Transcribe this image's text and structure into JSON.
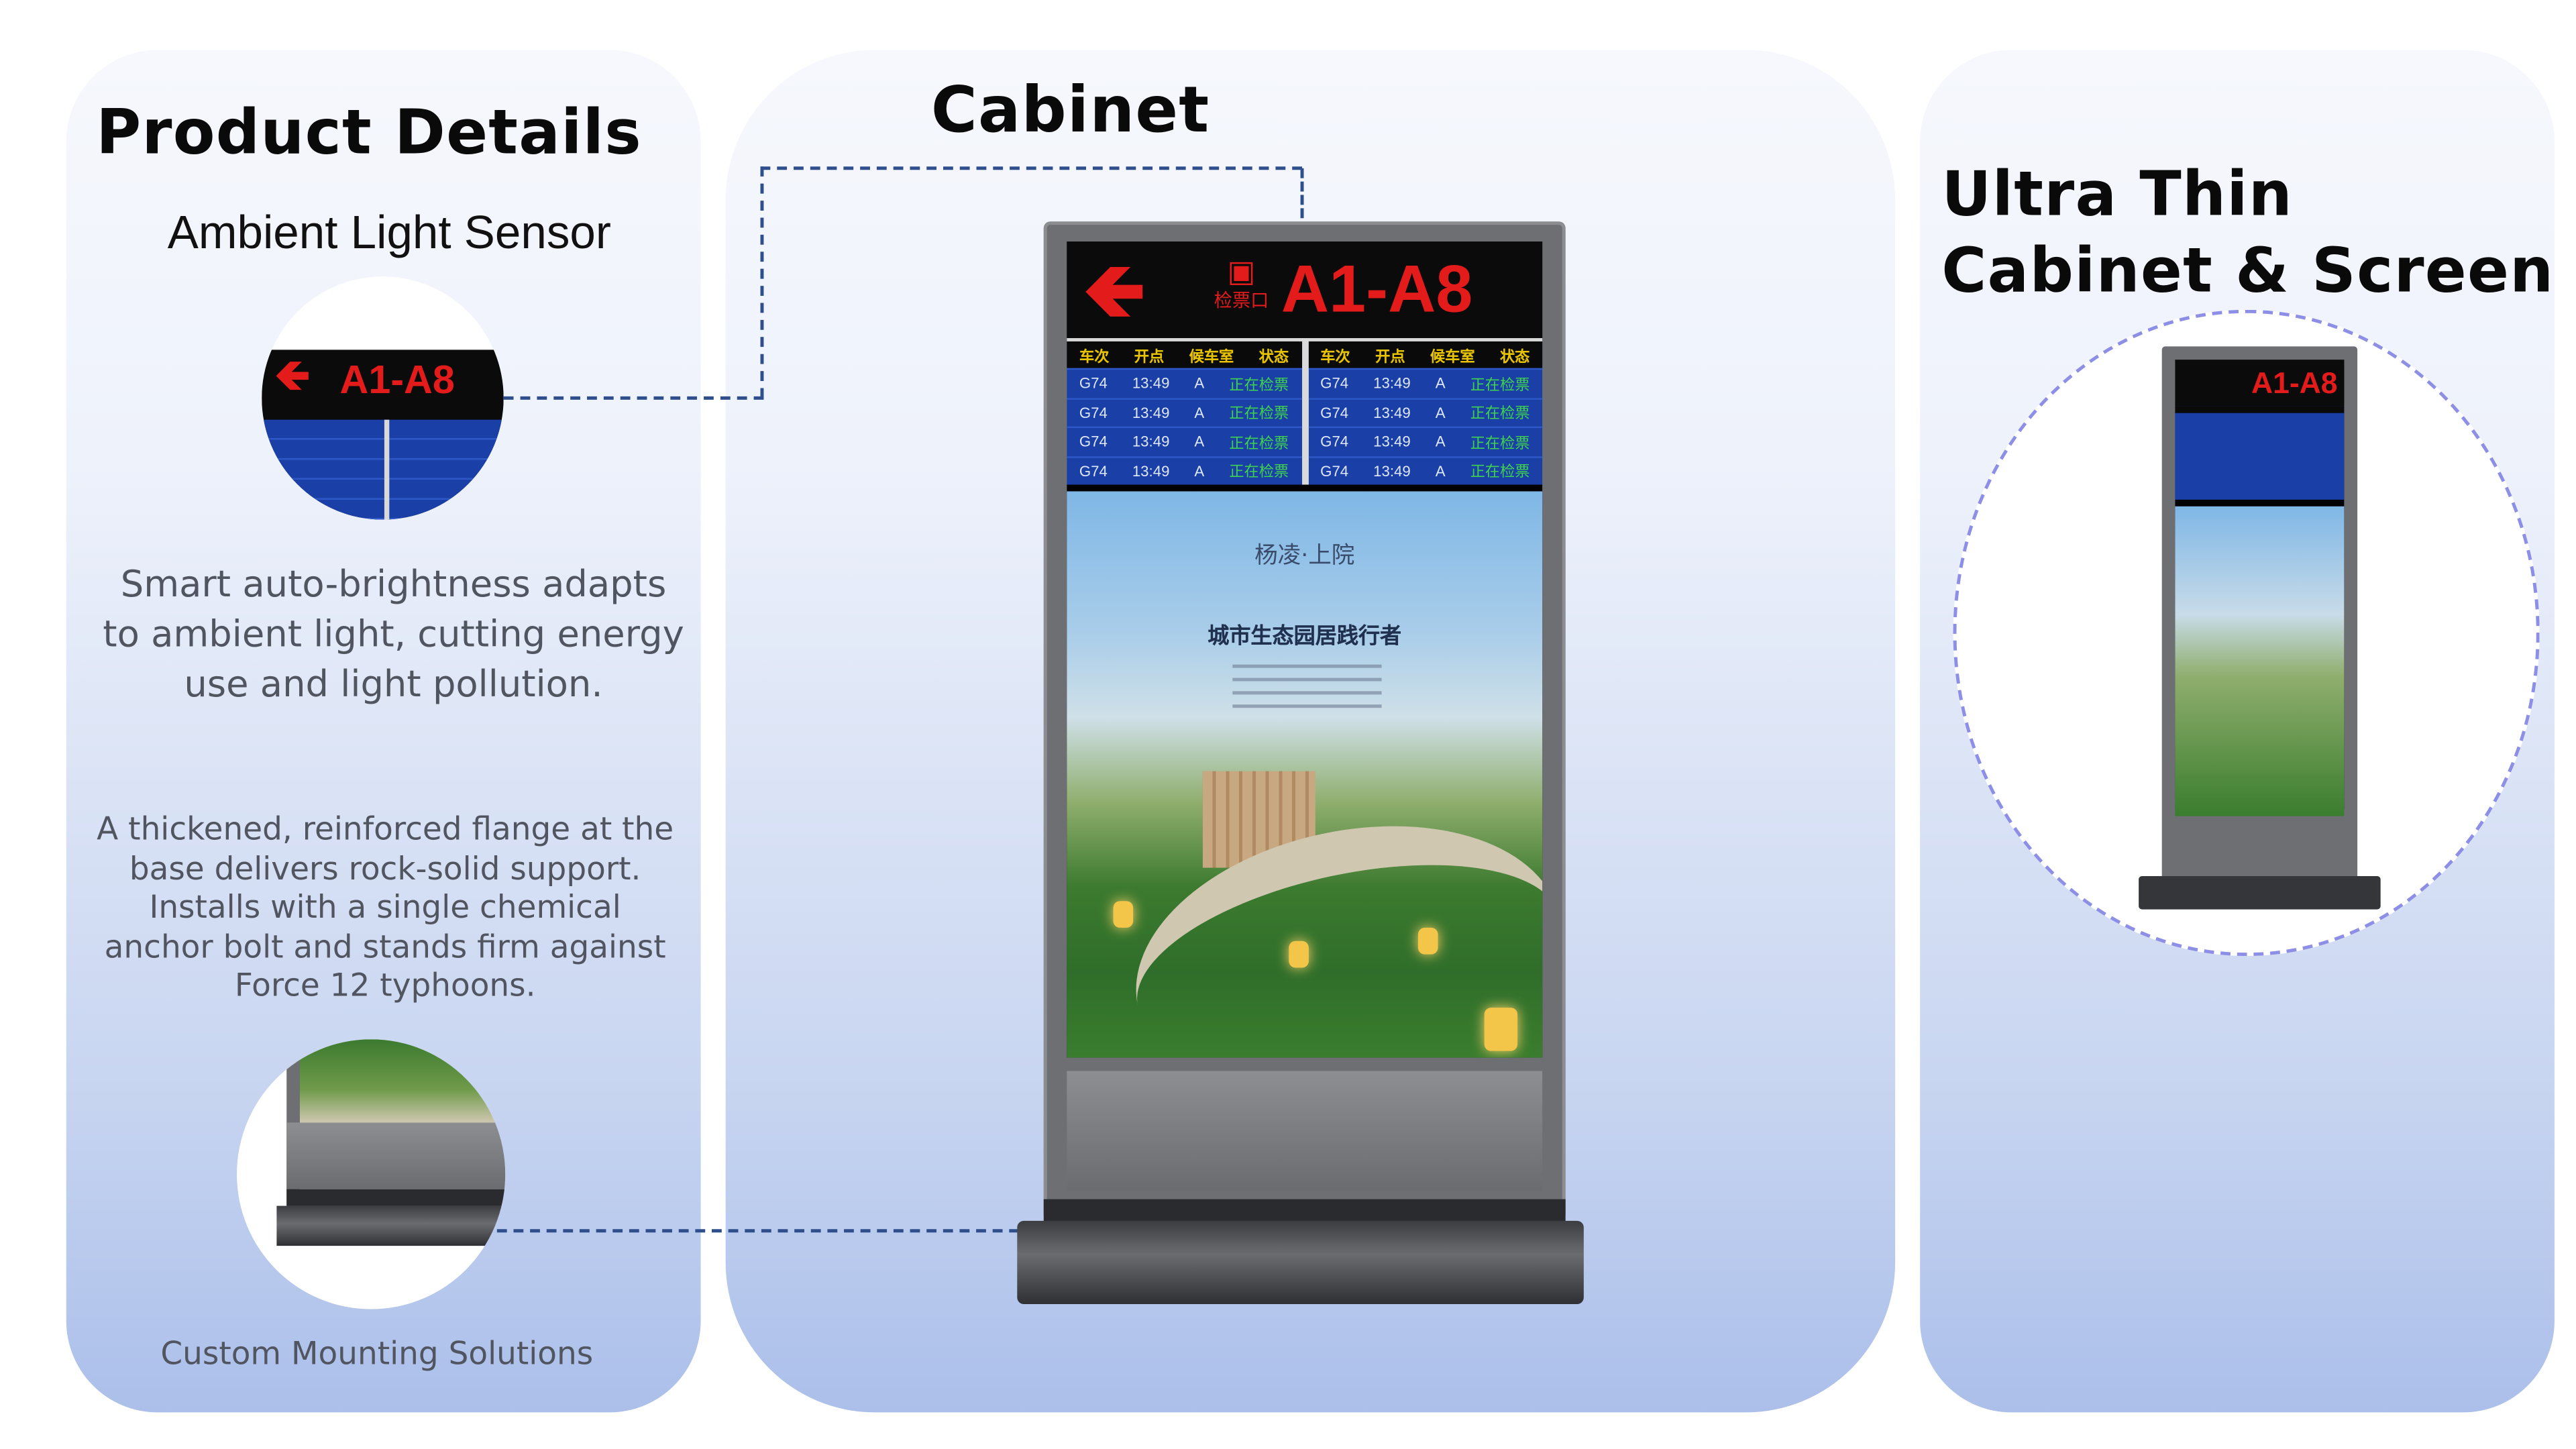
{
  "left": {
    "title": "Product Details",
    "sensor_label": "Ambient Light Sensor",
    "sensor_description": "Smart auto-brightness adapts to ambient light, cutting energy use and light pollution.",
    "flange_description": "A thickened, reinforced flange at the base delivers rock-solid support. Installs with a single chemical anchor bolt and stands firm against Force 12 typhoons.",
    "mounting_label": "Custom Mounting Solutions"
  },
  "middle": {
    "title": "Cabinet",
    "route": "A1-A8",
    "board_headers": [
      "车次",
      "开点",
      "候车室",
      "状态"
    ],
    "rows": [
      {
        "train": "G74",
        "time": "13:49",
        "room": "A",
        "status": "正在检票"
      },
      {
        "train": "G74",
        "time": "13:49",
        "room": "A",
        "status": "正在检票"
      },
      {
        "train": "G74",
        "time": "13:49",
        "room": "A",
        "status": "正在检票"
      },
      {
        "train": "G74",
        "time": "13:49",
        "room": "A",
        "status": "正在检票"
      }
    ],
    "sign_text": "检票口",
    "ad_title": "杨凌·上院",
    "ad_subtitle": "城市生态园居践行者"
  },
  "right": {
    "title_line1": "Ultra Thin",
    "title_line2": "Cabinet & Screen",
    "mini_route": "A1-A8"
  },
  "colors": {
    "heading": "#0a0a0a",
    "body_text": "#505560",
    "connector": "#2e4f8c",
    "led_red": "#e31b1b",
    "board_blue": "#1a3fa6",
    "circle_border": "#8d8fe6"
  }
}
